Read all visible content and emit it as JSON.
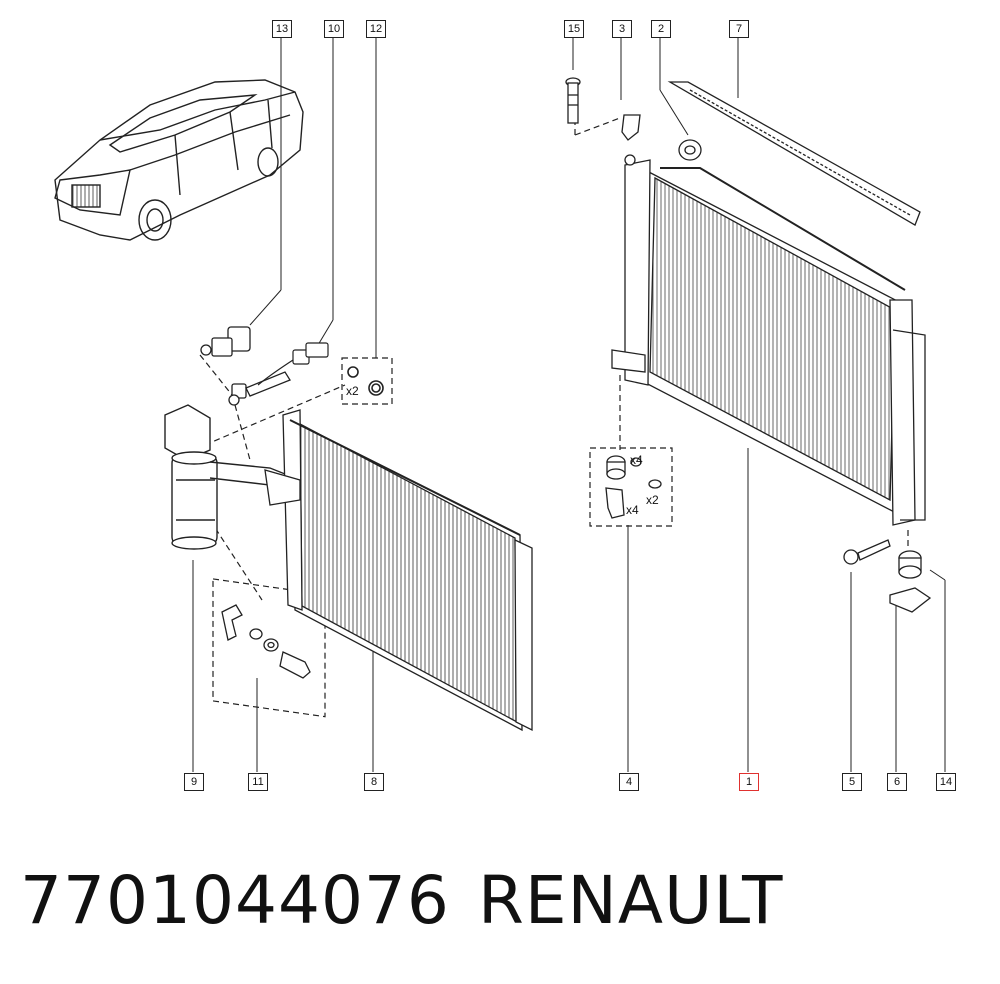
{
  "callouts": {
    "c1": "1",
    "c2": "2",
    "c3": "3",
    "c4": "4",
    "c5": "5",
    "c6": "6",
    "c7": "7",
    "c8": "8",
    "c9": "9",
    "c10": "10",
    "c11": "11",
    "c12": "12",
    "c13": "13",
    "c14": "14",
    "c15": "15"
  },
  "highlighted_callout": "1",
  "quantities": {
    "seal_kit": "x2",
    "mount_upper": "x4",
    "clip": "x4",
    "washer": "x2"
  },
  "caption": {
    "part_number": "7701044076",
    "brand": "RENAULT"
  },
  "colors": {
    "line": "#222222",
    "highlight": "#e0312f"
  }
}
